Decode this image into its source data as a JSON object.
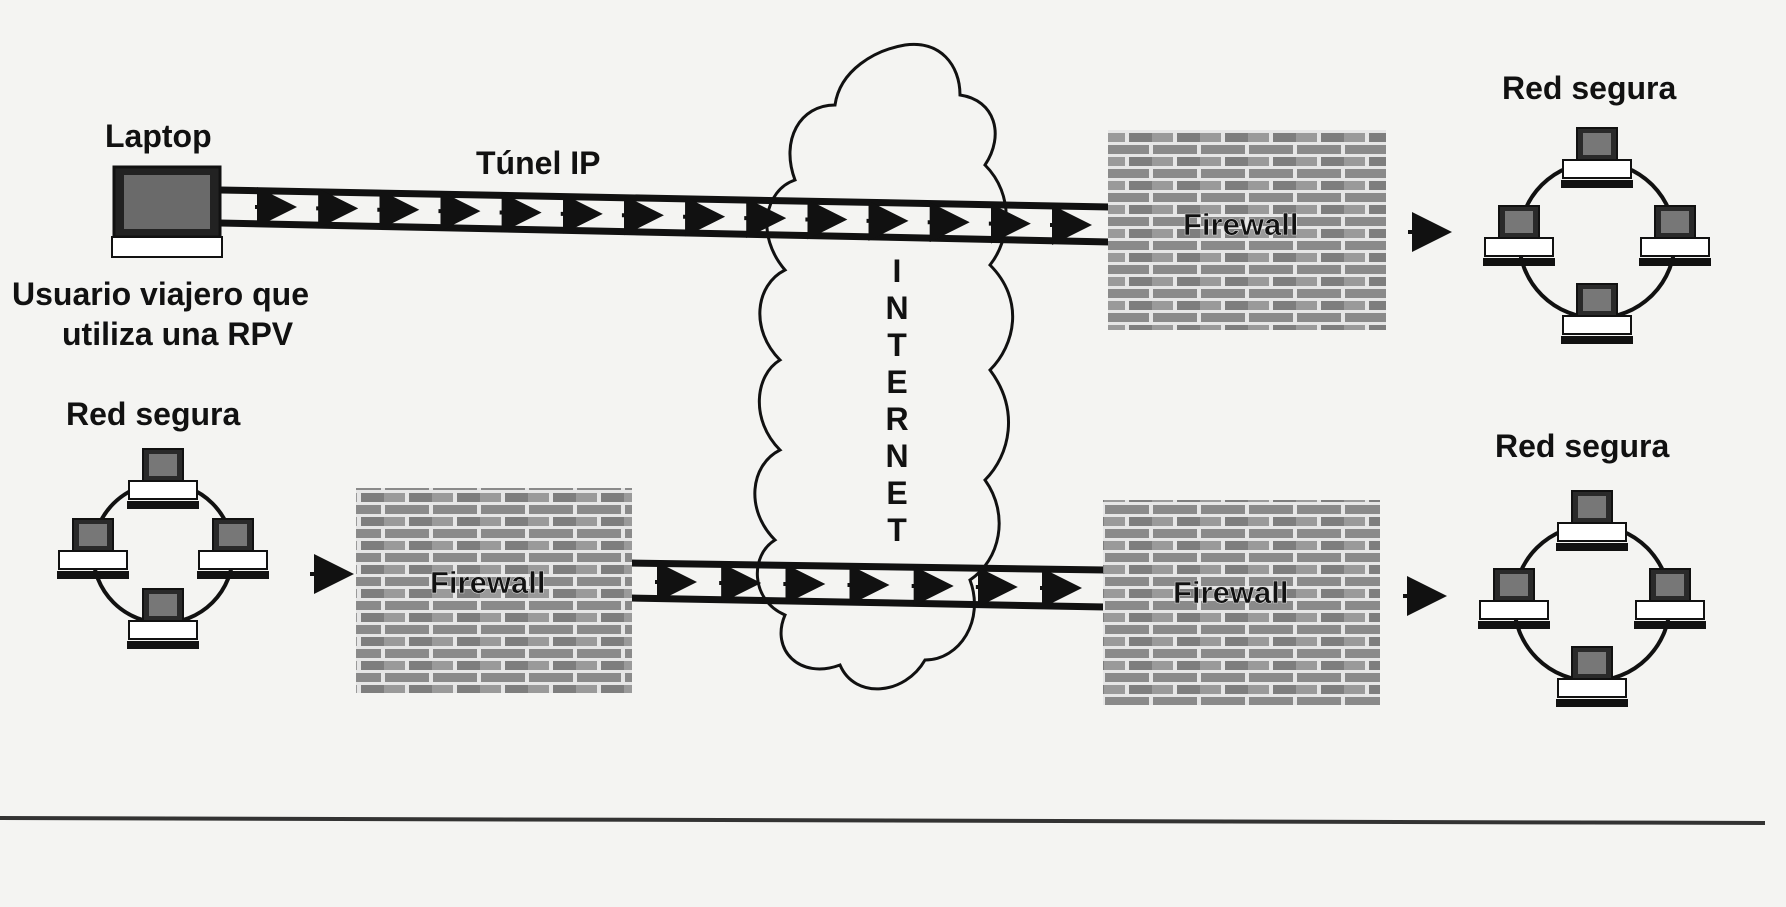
{
  "labels": {
    "laptop": "Laptop",
    "tunnel": "Túnel IP",
    "traveler_line1": "Usuario viajero que",
    "traveler_line2": "utiliza una RPV",
    "internet_letters": [
      "I",
      "N",
      "T",
      "E",
      "R",
      "N",
      "E",
      "T"
    ],
    "firewall": "Firewall",
    "secure_network": "Red segura"
  },
  "colors": {
    "background": "#f4f4f2",
    "brick": "#8a8a8a",
    "brick_light": "#a9a9a9",
    "mortar": "#e6e6e6",
    "line": "#111111"
  }
}
